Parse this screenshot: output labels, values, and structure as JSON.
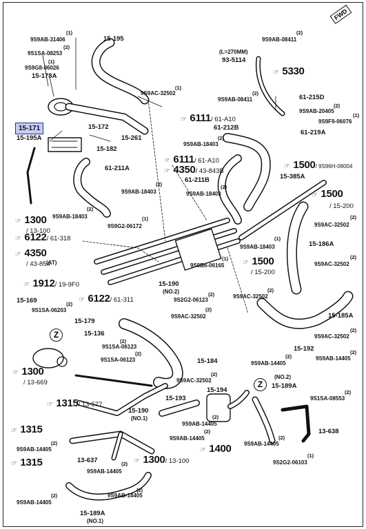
{
  "direction_badge": "FWD",
  "highlighted_part": "15-171",
  "z_marker": "Z",
  "parts": {
    "p15_195": "15-195",
    "p9s9ab_31406": "9S9AB-31406",
    "p9s1sa_08253": "9S1SA-08253",
    "p9s9g8_06026": "9S9G8-06026",
    "p15_178a": "15-178A",
    "p15_172": "15-172",
    "p15_195a": "15-195A",
    "p15_261": "15-261",
    "p15_182": "15-182",
    "p61_211a": "61-211A",
    "p9s9ab_18403_a": "9S9AB-18403",
    "p9s9ab_18403_b": "9S9AB-18403",
    "p9s9ac_32502_a": "9S9AC-32502",
    "p9s9ab_08411_a": "9S9AB-08411",
    "p_l270": "(L=270MM)",
    "p93_5114": "93-5114",
    "p9s9ab_08411_b": "9S9AB-08411",
    "p61_215d": "61-215D",
    "p9s9ab_20405": "9S9AB-20405",
    "p9s9f9_06076": "9S9F9-06076",
    "p61_212b": "61-212B",
    "p61_219a": "61-219A",
    "p9s9ab_18403_c": "9S9AB-18403",
    "p9s9ab_18403_d": "9S9AB-18403",
    "p61_211b": "61-211B",
    "p9s9ab_18403_e": "9S9AB-18403",
    "p15_385a": "15-385A",
    "p9s9g2_06172": "9S9G2-06172",
    "p9s9ac_32502_b": "9S9AC-32502",
    "p15_186a": "15-186A",
    "p9s9ab_18403_f": "9S9AB-18403",
    "p9s9ac_32502_c": "9S9AC-32502",
    "p_at": "(AT)",
    "p9s9b6_06165": "9S9B6-06165",
    "p15_190_no2": "15-190",
    "p_no2_a": "(NO.2)",
    "p9s2g2_06123": "9S2G2-06123",
    "p9s9ac_32502_d": "9S9AC-32502",
    "p9s9ac_32502_e": "9S9AC-32502",
    "p15_185a": "15-185A",
    "p9s9ac_32502_f": "9S9AC-32502",
    "p15_169": "15-169",
    "p9s1sa_06203": "9S1SA-06203",
    "p15_179": "15-179",
    "p15_136": "15-136",
    "p9s1sa_06123_a": "9S1SA-06123",
    "p9s1sa_06123_b": "9S1SA-06123",
    "p15_184": "15-184",
    "p9s9ac_32502_g": "9S9AC-32502",
    "p15_192": "15-192",
    "p9s9ab_14405_a": "9S9AB-14405",
    "p9s9ab_14405_b": "9S9AB-14405",
    "p_no2_b": "(NO.2)",
    "p15_189a_z": "15-189A",
    "p9s1sa_08553": "9S1SA-08553",
    "p15_190_no1": "15-190",
    "p_no1_a": "(NO.1)",
    "p15_193": "15-193",
    "p15_194": "15-194",
    "p9s9ab_14405_c": "9S9AB-14405",
    "p9s9ab_14405_d": "9S9AB-14405",
    "p13_638": "13-638",
    "p9s9ab_14405_e": "9S9AB-14405",
    "p9s9ab_14405_f": "9S9AB-14405",
    "p13_637": "13-637",
    "p9s9ab_14405_g": "9S9AB-14405",
    "p9s9ab_14405_h": "9S9AB-14405",
    "p9s2g2_06103": "9S2G2-06103",
    "p9s9ab_14405_i": "9S9AB-14405",
    "p15_189a_bottom": "15-189A",
    "p_no1_b": "(NO.1)"
  },
  "refs": {
    "r5330": {
      "num": "5330",
      "sub": ""
    },
    "r6111_a": {
      "num": "6111",
      "sub": "/ 61-A10"
    },
    "r6111_b": {
      "num": "6111",
      "sub": "/ 61-A10"
    },
    "r4350_a": {
      "num": "4350",
      "sub": "/ 43-843B"
    },
    "r1500_a": {
      "num": "1500",
      "sub": "/ 9S96H-08004"
    },
    "r1500_b": {
      "num": "1500",
      "sub": "/ 15-200"
    },
    "r1300_a": {
      "num": "1300",
      "sub": "/ 13-100"
    },
    "r6122_a": {
      "num": "6122",
      "sub": "/ 61-318"
    },
    "r4350_b": {
      "num": "4350",
      "sub": "/ 43-854"
    },
    "r1500_c": {
      "num": "1500",
      "sub": "/ 15-200"
    },
    "r1912": {
      "num": "1912",
      "sub": "/ 19-9F0"
    },
    "r6122_b": {
      "num": "6122",
      "sub": "/ 61-311"
    },
    "r1300_b": {
      "num": "1300",
      "sub": "/ 13-669"
    },
    "r1315_a": {
      "num": "1315",
      "sub": "/ 13-577"
    },
    "r1315_b": {
      "num": "1315",
      "sub": ""
    },
    "r1400": {
      "num": "1400",
      "sub": ""
    },
    "r1315_c": {
      "num": "1315",
      "sub": ""
    },
    "r1300_c": {
      "num": "1300",
      "sub": "/ 13-100"
    }
  },
  "qty": {
    "one": "(1)",
    "two": "(2)"
  }
}
